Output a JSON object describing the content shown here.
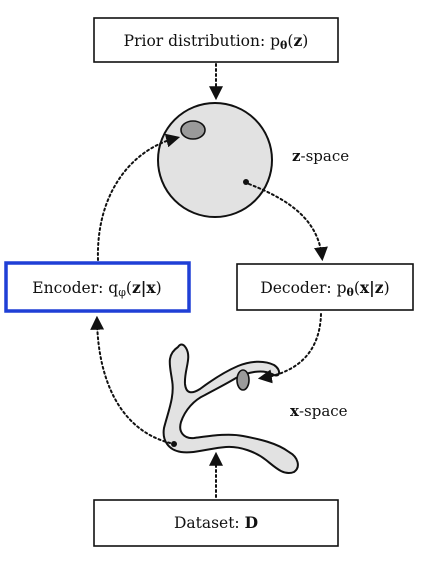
{
  "boxes": {
    "prior": {
      "prefix": "Prior distribution: p",
      "sub": "θ",
      "arg_open": "(",
      "arg": "z",
      "arg_close": ")"
    },
    "encoder": {
      "prefix": "Encoder: q",
      "sub": "φ",
      "arg_open": "(",
      "arg": "z|x",
      "arg_close": ")"
    },
    "decoder": {
      "prefix": "Decoder: p",
      "sub": "θ",
      "arg_open": "(",
      "arg": "x|z",
      "arg_close": ")"
    },
    "dataset": {
      "prefix": "Dataset: ",
      "arg": "D"
    }
  },
  "labels": {
    "z_space": {
      "bold": "z",
      "rest": "-space"
    },
    "x_space": {
      "bold": "x",
      "rest": "-space"
    }
  },
  "colors": {
    "encoder_border": "#1f3fd6",
    "box_border": "#111111",
    "shape_fill": "#e2e2e2",
    "shape_stroke": "#111111",
    "oval_fill": "#9a9a9a",
    "arrow": "#111111"
  }
}
